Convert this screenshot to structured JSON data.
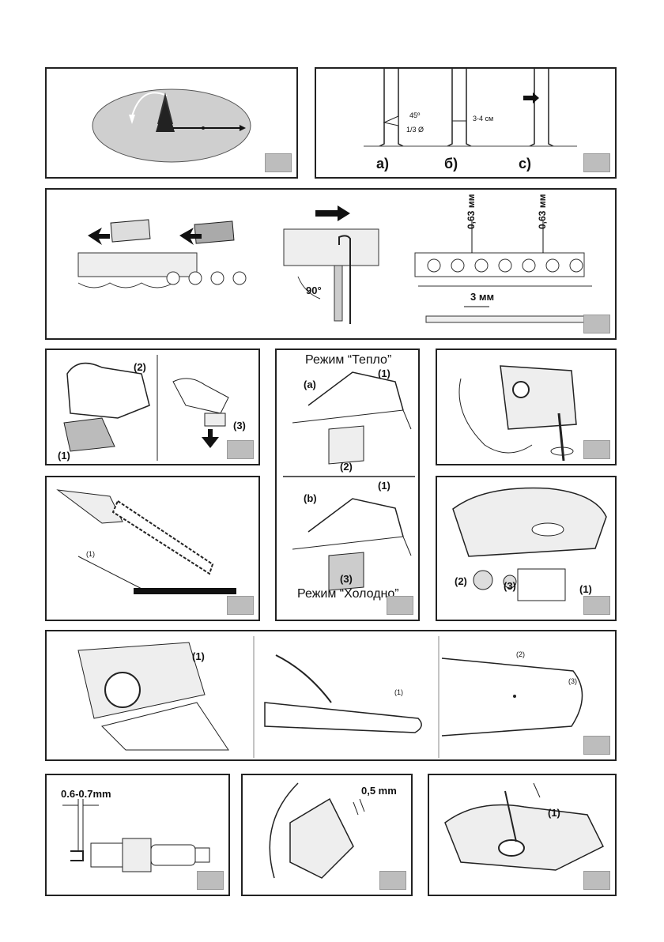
{
  "tree_felling": {
    "angle_label": "45º",
    "depth_label": "1/3 Ø",
    "hinge_label": "3-4 см",
    "labels": [
      "а)",
      "б)",
      "с)"
    ]
  },
  "chain": {
    "depth_left": "0,63 мм",
    "depth_right": "0,63 мм",
    "gap": "3 мм",
    "angle": "90°"
  },
  "air_filter": {
    "label_1": "(1)",
    "label_2": "(2)",
    "label_3": "(3)"
  },
  "modes": {
    "warm": "Режим “Тепло”",
    "cold": "Режим “Холодно”",
    "a": "(a)",
    "b": "(b)",
    "label_1a": "(1)",
    "label_2": "(2)",
    "label_1b": "(1)",
    "label_3": "(3)"
  },
  "oiler": {
    "label_1": "(1)"
  },
  "carb": {
    "label_1": "(1)",
    "label_2": "(2)",
    "label_3": "(3)"
  },
  "bar_service": {
    "label_cover": "(1)",
    "label_bar": "(1)",
    "label_hole": "(2)",
    "label_tip": "(3)"
  },
  "spark_plug": {
    "gap": "0.6-0.7mm"
  },
  "clutch": {
    "gap": "0,5 mm"
  },
  "screw": {
    "label_1": "(1)"
  }
}
